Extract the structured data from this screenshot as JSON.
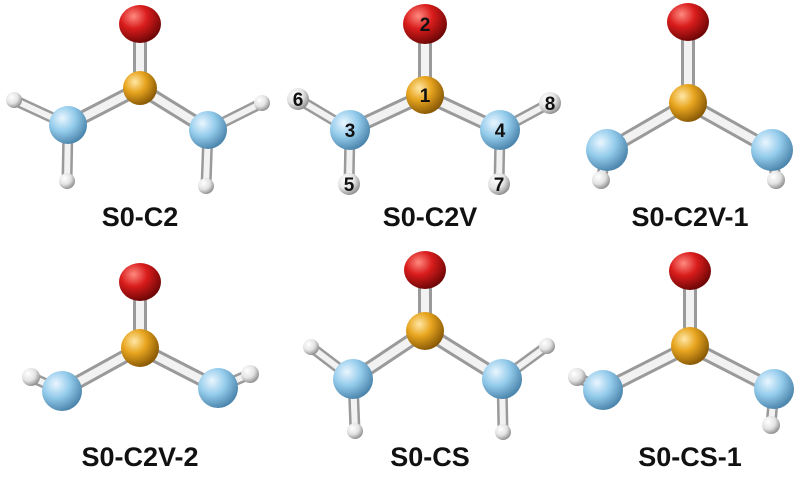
{
  "colors": {
    "sulfur": "#e5a21b",
    "oxygen": "#d71a1a",
    "nitrogen": "#8fc9ea",
    "hydrogen": "#e9e9e9",
    "bond": "#e4e4e4",
    "text": "#111111"
  },
  "structures": [
    {
      "name": "S0-C2"
    },
    {
      "name": "S0-C2V"
    },
    {
      "name": "S0-C2V-1"
    },
    {
      "name": "S0-C2V-2"
    },
    {
      "name": "S0-CS"
    },
    {
      "name": "S0-CS-1"
    }
  ],
  "atom_labels": [
    "1",
    "2",
    "3",
    "4",
    "5",
    "6",
    "7",
    "8"
  ]
}
